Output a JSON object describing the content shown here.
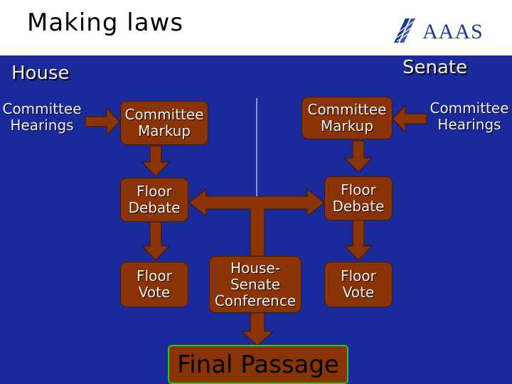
{
  "title": "Making laws",
  "logo": {
    "text": "AAAS"
  },
  "house_label": "House",
  "senate_label": "Senate",
  "house": {
    "hearings": "Committee Hearings",
    "markup": "Committee Markup",
    "debate": "Floor Debate",
    "vote": "Floor Vote"
  },
  "senate": {
    "hearings": "Committee Hearings",
    "markup": "Committee Markup",
    "debate": "Floor Debate",
    "vote": "Floor Vote"
  },
  "conference": "House-Senate Conference",
  "final": "Final Passage",
  "colors": {
    "background": "#1b2a9a",
    "box": "#8a3304",
    "arrow": "#8a3304",
    "final_border": "#22cc22",
    "logo": "#1a3a8f"
  }
}
